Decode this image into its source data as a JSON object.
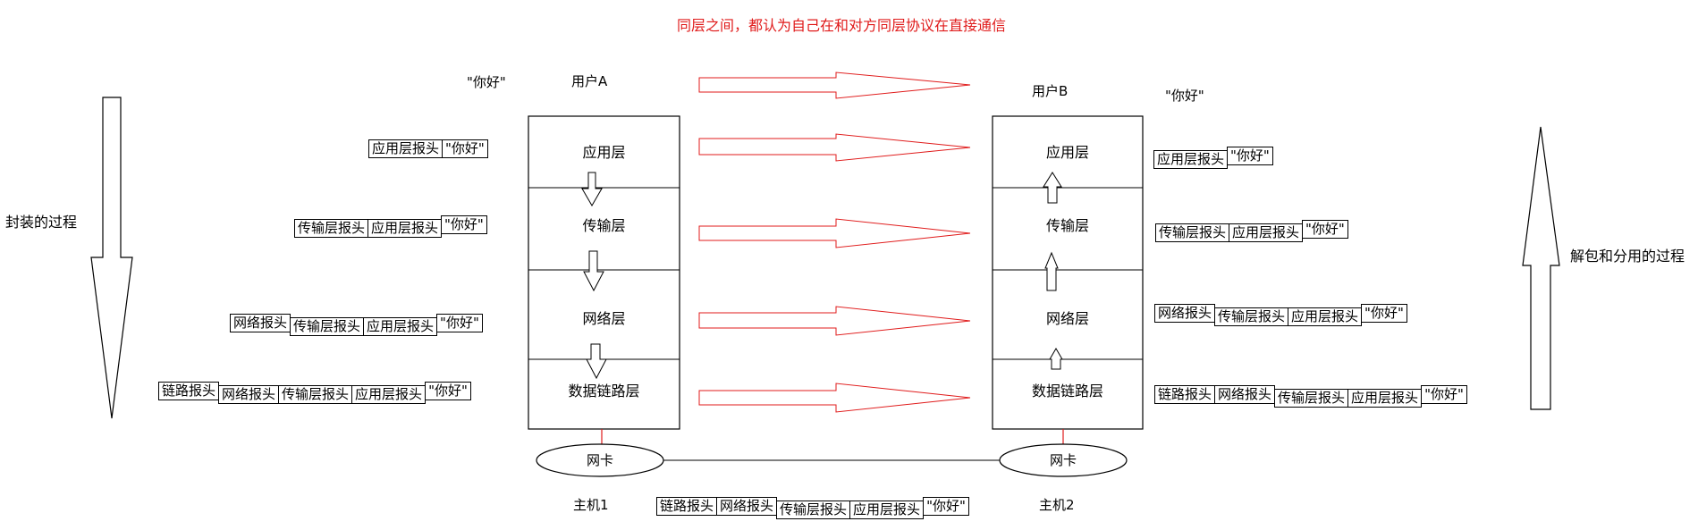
{
  "title": "同层之间，都认为自己在和对方同层协议在直接通信",
  "left_process": "封装的过程",
  "right_process": "解包和分用的过程",
  "host1": {
    "user": "用户A",
    "message": "\"你好\"",
    "layers": [
      "应用层",
      "传输层",
      "网络层",
      "数据链路层"
    ],
    "nic": "网卡",
    "name": "主机1"
  },
  "host2": {
    "user": "用户B",
    "message": "\"你好\"",
    "layers": [
      "应用层",
      "传输层",
      "网络层",
      "数据链路层"
    ],
    "nic": "网卡",
    "name": "主机2"
  },
  "packets_left": [
    [
      "应用层报头",
      "\"你好\""
    ],
    [
      "传输层报头",
      "应用层报头",
      "\"你好\""
    ],
    [
      "网络报头",
      "传输层报头",
      "应用层报头",
      "\"你好\""
    ],
    [
      "链路报头",
      "网络报头",
      "传输层报头",
      "应用层报头",
      "\"你好\""
    ]
  ],
  "packets_right": [
    [
      "应用层报头",
      "\"你好\""
    ],
    [
      "传输层报头",
      "应用层报头",
      "\"你好\""
    ],
    [
      "网络报头",
      "传输层报头",
      "应用层报头",
      "\"你好\""
    ],
    [
      "链路报头",
      "网络报头",
      "传输层报头",
      "应用层报头",
      "\"你好\""
    ]
  ],
  "packet_wire": [
    "链路报头",
    "网络报头",
    "传输层报头",
    "应用层报头",
    "\"你好\""
  ],
  "colors": {
    "peer_arrow": "#e01b1b",
    "title": "#e01b1b",
    "line": "#000000"
  }
}
